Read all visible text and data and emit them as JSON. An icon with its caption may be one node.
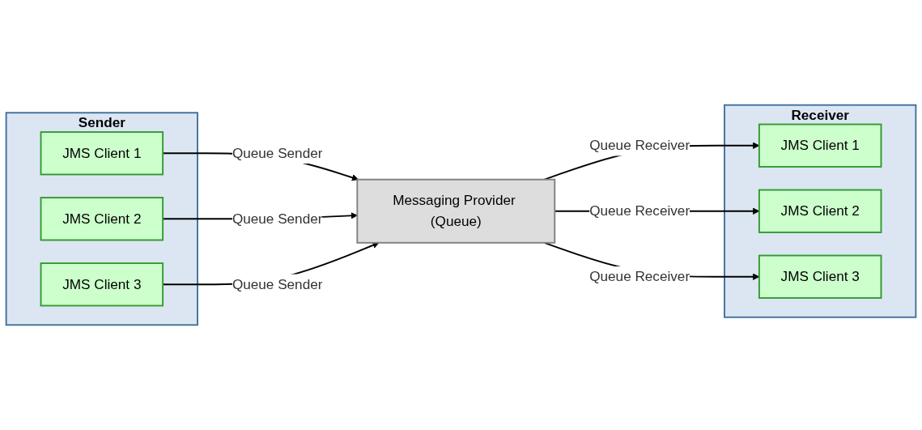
{
  "diagram": {
    "nodes": [
      {
        "text": [
          "Sender"
        ]
      },
      {
        "text": [
          "JMS Client 1"
        ],
        "in": 0
      },
      {
        "text": [
          "JMS Client 2"
        ],
        "in": 0
      },
      {
        "text": [
          "JMS Client 3"
        ],
        "in": 0
      },
      {
        "text": [
          "Messaging Provider (Queue)"
        ]
      },
      {
        "text": [
          "Receiver"
        ]
      },
      {
        "text": [
          "JMS Client 1"
        ],
        "in": 5
      },
      {
        "text": [
          "JMS Client 2"
        ],
        "in": 5
      },
      {
        "text": [
          "JMS Client 3"
        ],
        "in": 5
      }
    ],
    "edges": [
      {
        "from": 1,
        "to": 4,
        "arrow": "to",
        "label": "Queue Sender"
      },
      {
        "from": 2,
        "to": 4,
        "arrow": "to",
        "label": "Queue Sender"
      },
      {
        "from": 3,
        "to": 4,
        "arrow": "to",
        "label": "Queue Sender"
      },
      {
        "from": 4,
        "to": 6,
        "arrow": "to",
        "label": "Queue Receiver"
      },
      {
        "from": 4,
        "to": 7,
        "arrow": "to",
        "label": "Queue Receiver"
      },
      {
        "from": 4,
        "to": 8,
        "arrow": "to",
        "label": "Queue Receiver"
      }
    ]
  }
}
